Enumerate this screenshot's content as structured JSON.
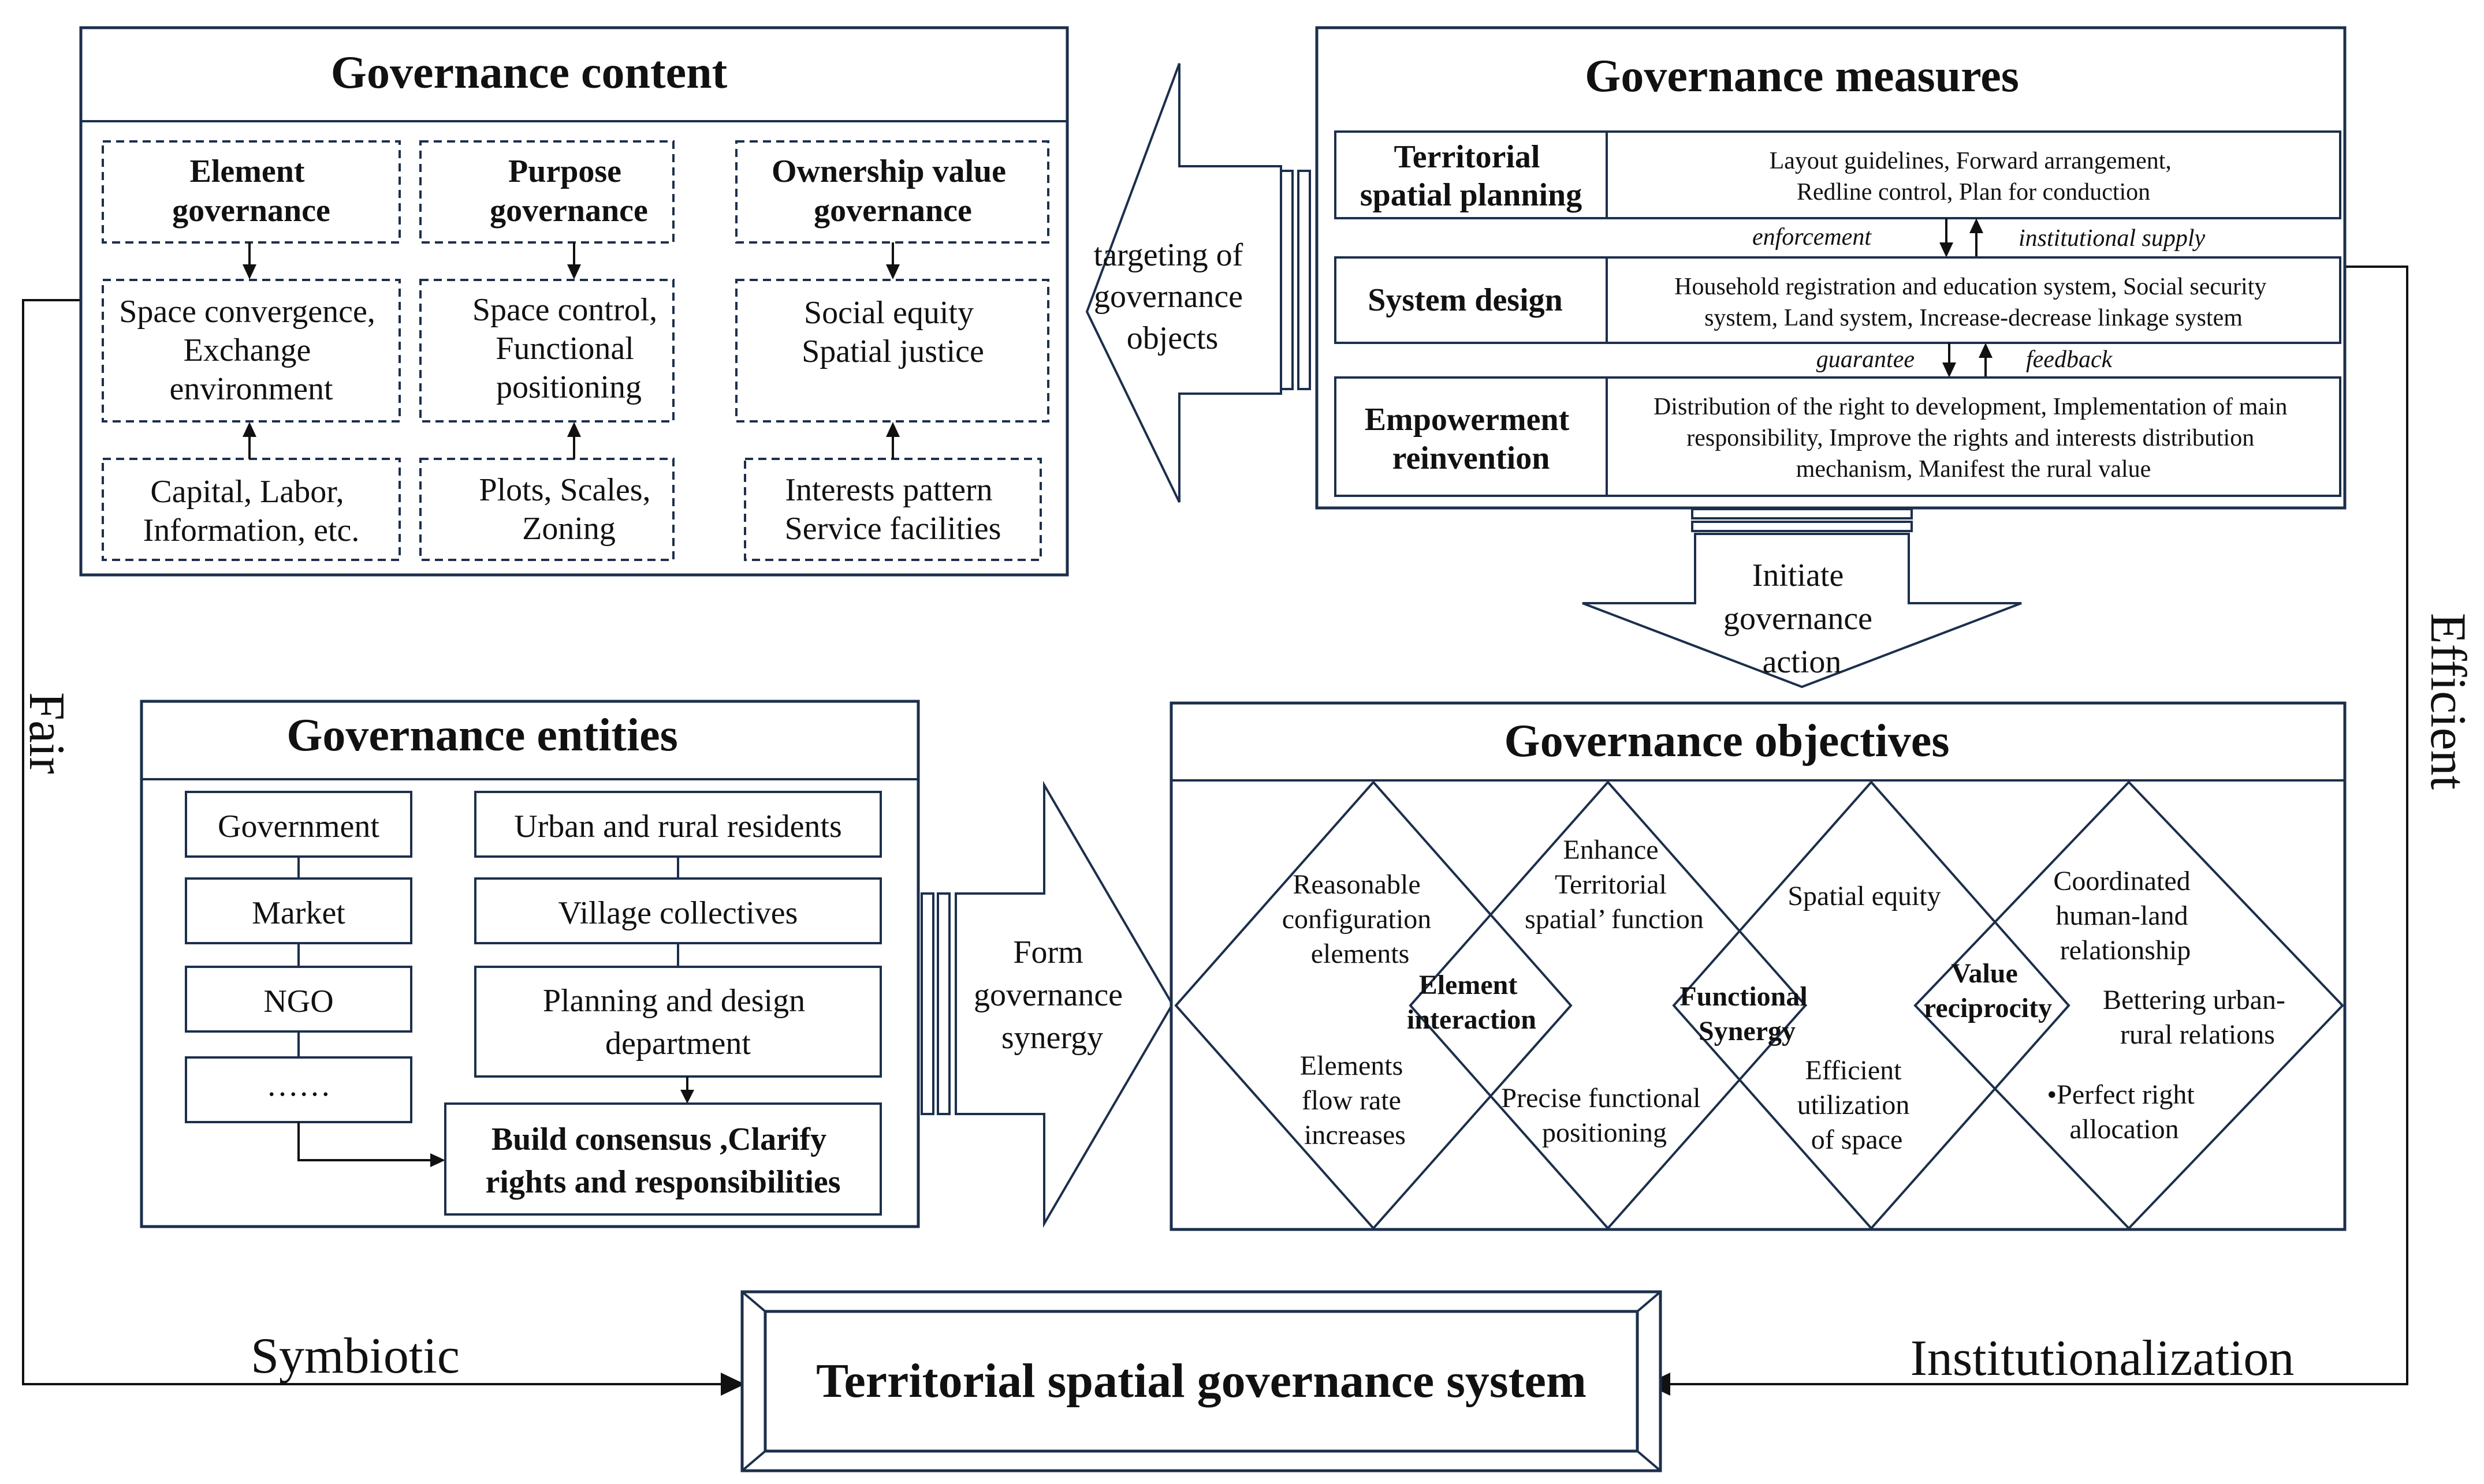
{
  "content": {
    "title": "Governance content",
    "columns": [
      {
        "top": [
          "Element",
          "governance"
        ],
        "middle": [
          "Space convergence,",
          "Exchange",
          "environment"
        ],
        "bottom": [
          "Capital, Labor,",
          "Information, etc."
        ]
      },
      {
        "top": [
          "Purpose",
          "governance"
        ],
        "middle": [
          "Space control,",
          "Functional",
          "positioning"
        ],
        "bottom": [
          "Plots, Scales,",
          "Zoning"
        ]
      },
      {
        "top": [
          "Ownership value",
          "governance"
        ],
        "middle": [
          "Social equity",
          "Spatial justice"
        ],
        "bottom": [
          "Interests pattern",
          "Service facilities"
        ]
      }
    ]
  },
  "targeting_arrow": [
    "targeting of",
    "governance",
    "objects"
  ],
  "measures": {
    "title": "Governance measures",
    "rows": [
      {
        "label": [
          "Territorial",
          "spatial planning"
        ],
        "desc": [
          "Layout guidelines, Forward arrangement,",
          "Redline control, Plan for conduction"
        ]
      },
      {
        "label": [
          "System design"
        ],
        "desc": [
          "Household registration and education system, Social security",
          "system, Land system, Increase-decrease linkage system"
        ]
      },
      {
        "label": [
          "Empowerment",
          "reinvention"
        ],
        "desc": [
          "Distribution of the right to development, Implementation of main",
          "responsibility, Improve the rights and interests distribution",
          "mechanism, Manifest the rural value"
        ]
      }
    ],
    "connectors": [
      {
        "left": "enforcement",
        "right": "institutional supply"
      },
      {
        "left": "guarantee",
        "right": "feedback"
      }
    ]
  },
  "initiate_arrow": [
    "Initiate",
    "governance",
    "action"
  ],
  "entities": {
    "title": "Governance entities",
    "left_items": [
      "Government",
      "Market",
      "NGO",
      "……"
    ],
    "right_items": [
      "Urban and rural residents",
      "Village collectives",
      [
        "Planning and design",
        "department"
      ]
    ],
    "consensus": [
      "Build consensus ,Clarify",
      "rights and responsibilities"
    ]
  },
  "synergy_arrow": [
    "Form",
    "governance",
    "synergy"
  ],
  "objectives": {
    "title": "Governance objectives",
    "centers": [
      [
        "Element",
        "interaction"
      ],
      [
        "Functional",
        "Synergy"
      ],
      [
        "Value",
        "reciprocity"
      ]
    ],
    "labels": {
      "reasonable": [
        "Reasonable",
        "configuration",
        "elements"
      ],
      "flow": [
        "Elements",
        "flow rate",
        "increases"
      ],
      "enhance": [
        "Enhance",
        "Territorial",
        "spatial’ function"
      ],
      "precise": [
        "Precise functional",
        "positioning"
      ],
      "equity": [
        "Spatial equity"
      ],
      "efficient_use": [
        "Efficient",
        "utilization",
        "of  space"
      ],
      "coordinated": [
        "Coordinated",
        "human-land",
        "relationship"
      ],
      "bettering": [
        "Bettering urban-",
        "rural relations"
      ],
      "perfect": [
        "•Perfect right",
        "allocation"
      ]
    }
  },
  "system": {
    "title": "Territorial spatial governance system"
  },
  "side_labels": {
    "fair": "Fair",
    "efficient": "Efficient",
    "symbiotic": "Symbiotic",
    "institutionalization": "Institutionalization"
  }
}
